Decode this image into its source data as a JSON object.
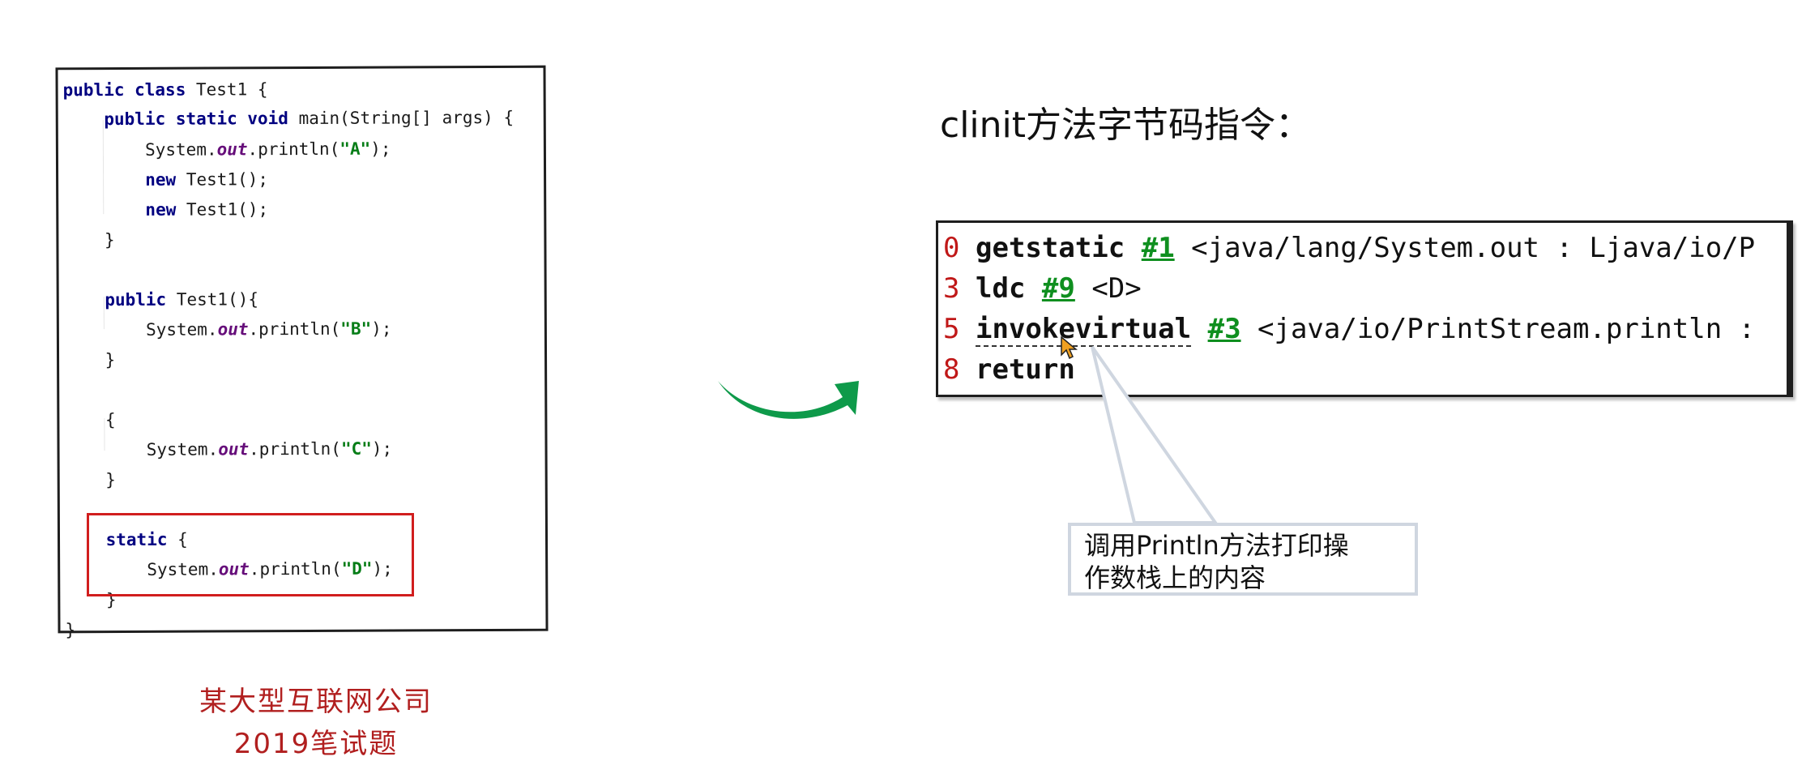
{
  "code": {
    "lines": [
      [
        {
          "t": "public class ",
          "c": "kw"
        },
        {
          "t": "Test1 {",
          "c": ""
        }
      ],
      [
        {
          "t": "    "
        },
        {
          "t": "public static void ",
          "c": "kw"
        },
        {
          "t": "main(String[] args) {",
          "c": ""
        }
      ],
      [
        {
          "t": "        System."
        },
        {
          "t": "out",
          "c": "it"
        },
        {
          "t": ".println("
        },
        {
          "t": "\"A\"",
          "c": "str"
        },
        {
          "t": ");"
        }
      ],
      [
        {
          "t": "        "
        },
        {
          "t": "new ",
          "c": "kw"
        },
        {
          "t": "Test1();"
        }
      ],
      [
        {
          "t": "        "
        },
        {
          "t": "new ",
          "c": "kw"
        },
        {
          "t": "Test1();"
        }
      ],
      [
        {
          "t": "    }"
        }
      ],
      [
        {
          "t": ""
        }
      ],
      [
        {
          "t": "    "
        },
        {
          "t": "public ",
          "c": "kw"
        },
        {
          "t": "Test1(){"
        }
      ],
      [
        {
          "t": "        System."
        },
        {
          "t": "out",
          "c": "it"
        },
        {
          "t": ".println("
        },
        {
          "t": "\"B\"",
          "c": "str"
        },
        {
          "t": ");"
        }
      ],
      [
        {
          "t": "    }"
        }
      ],
      [
        {
          "t": ""
        }
      ],
      [
        {
          "t": "    {"
        }
      ],
      [
        {
          "t": "        System."
        },
        {
          "t": "out",
          "c": "it"
        },
        {
          "t": ".println("
        },
        {
          "t": "\"C\"",
          "c": "str"
        },
        {
          "t": ");"
        }
      ],
      [
        {
          "t": "    }"
        }
      ],
      [
        {
          "t": ""
        }
      ],
      [
        {
          "t": "    "
        },
        {
          "t": "static ",
          "c": "kw"
        },
        {
          "t": "{"
        }
      ],
      [
        {
          "t": "        System."
        },
        {
          "t": "out",
          "c": "it"
        },
        {
          "t": ".println("
        },
        {
          "t": "\"D\"",
          "c": "str"
        },
        {
          "t": ");"
        }
      ],
      [
        {
          "t": "    }"
        }
      ],
      [
        {
          "t": "}"
        }
      ]
    ]
  },
  "caption": {
    "line1": "某大型互联网公司",
    "line2": "2019笔试题"
  },
  "title": "clinit方法字节码指令：",
  "bytecode": [
    {
      "idx": "0",
      "op": "getstatic",
      "ref": "#1",
      "rest": " <java/lang/System.out : Ljava/io/P"
    },
    {
      "idx": "3",
      "op": "ldc",
      "ref": "#9",
      "rest": " <D>"
    },
    {
      "idx": "5",
      "op": "invokevirtual",
      "ref": "#3",
      "rest": " <java/io/PrintStream.println :"
    },
    {
      "idx": "8",
      "op": "return",
      "ref": "",
      "rest": ""
    }
  ],
  "tooltip": {
    "line1": "调用Println方法打印操",
    "line2": "作数栈上的内容"
  },
  "icons": {
    "arrow": "curved-arrow-icon",
    "cursor": "mouse-cursor-icon"
  },
  "colors": {
    "arrow": "#0e9a4a",
    "highlight": "#d11e1e",
    "caption": "#b11f1f"
  }
}
